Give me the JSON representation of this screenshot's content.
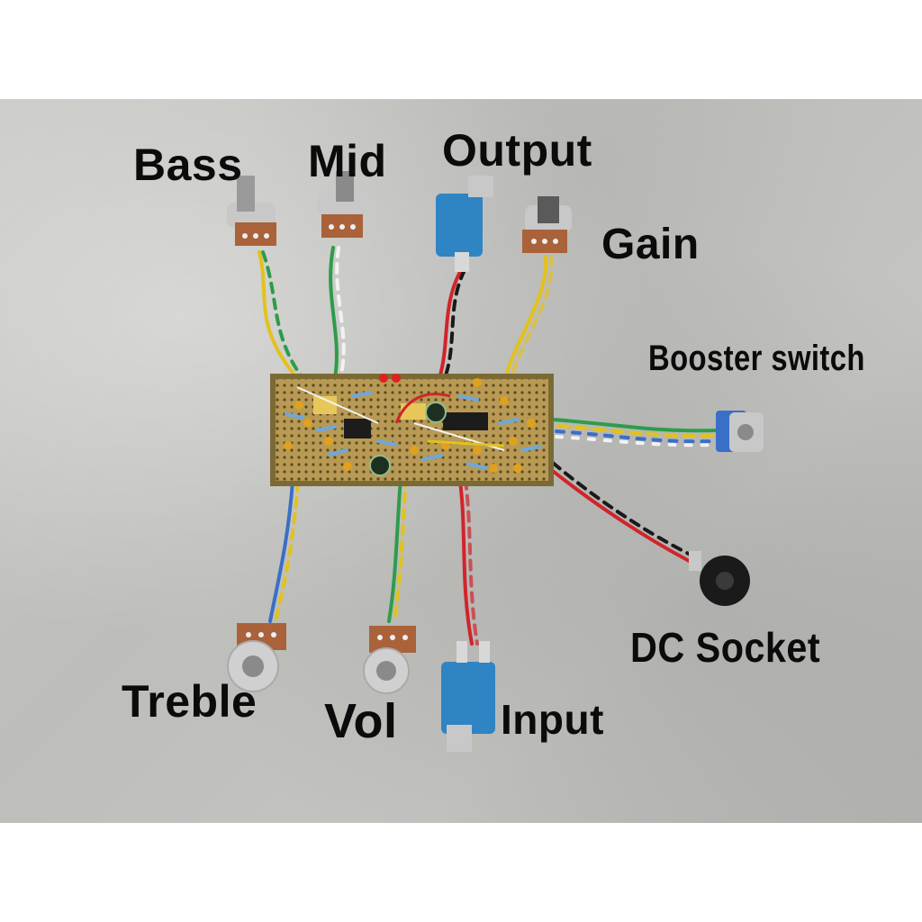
{
  "labels": {
    "bass": "Bass",
    "mid": "Mid",
    "output": "Output",
    "gain": "Gain",
    "booster_switch": "Booster switch",
    "treble": "Treble",
    "vol": "Vol",
    "input": "Input",
    "dc_socket": "DC Socket"
  },
  "colors": {
    "background": "#c4c4c1",
    "board": "#a98a4a",
    "pot_body": "#a9623a",
    "jack": "#2f84c4",
    "wire_yellow": "#e2c21c",
    "wire_green": "#2e9c4a",
    "wire_blue": "#3a6fc6",
    "wire_red": "#d1242a",
    "wire_black": "#1a1a1a",
    "wire_white": "#f2f2f2",
    "label_text": "#0b0b0b"
  }
}
